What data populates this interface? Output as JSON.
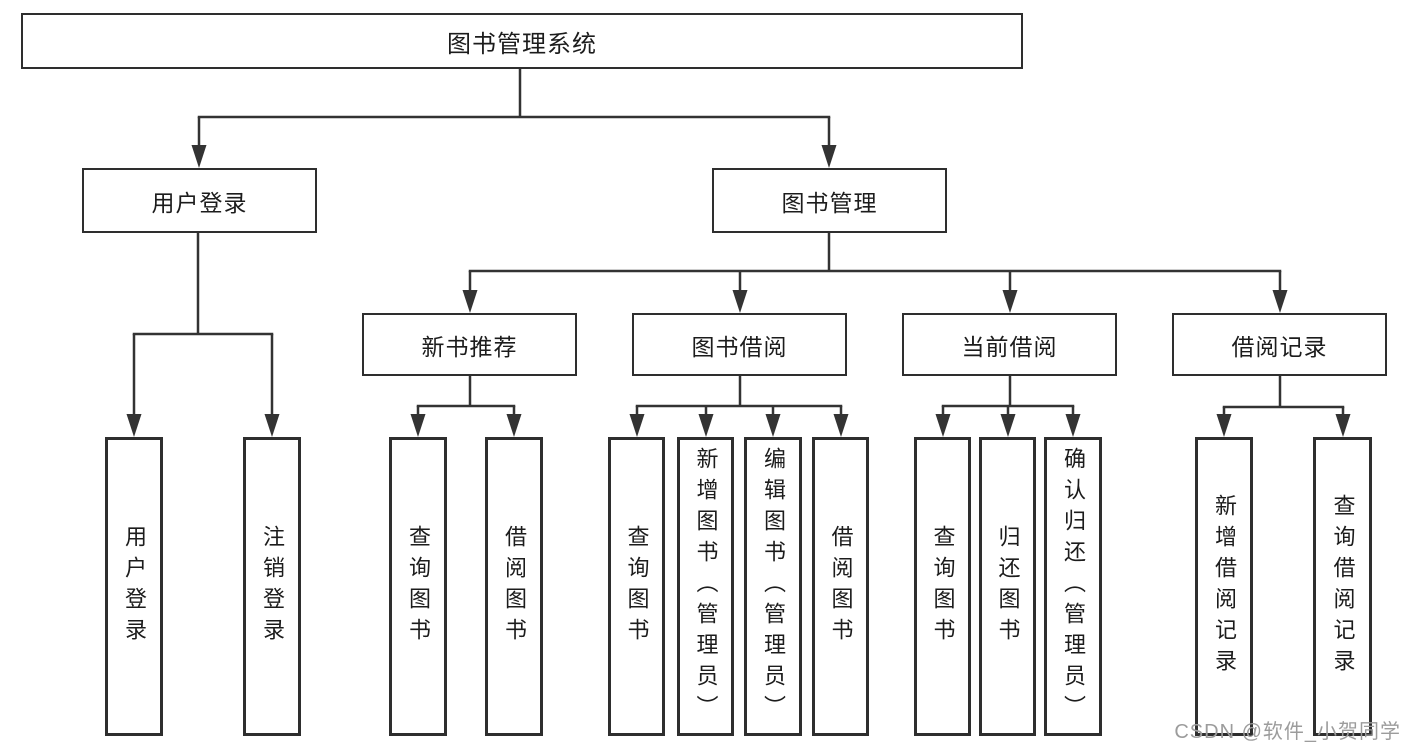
{
  "diagram": {
    "root": {
      "label": "图书管理系统"
    },
    "branches": [
      {
        "label": "用户登录",
        "children": [
          {
            "label": "用户登录"
          },
          {
            "label": "注销登录"
          }
        ]
      },
      {
        "label": "图书管理",
        "groups": [
          {
            "label": "新书推荐",
            "children": [
              {
                "label": "查询图书"
              },
              {
                "label": "借阅图书"
              }
            ]
          },
          {
            "label": "图书借阅",
            "children": [
              {
                "label": "查询图书"
              },
              {
                "label": "新增图书（管理员）"
              },
              {
                "label": "编辑图书（管理员）"
              },
              {
                "label": "借阅图书"
              }
            ]
          },
          {
            "label": "当前借阅",
            "children": [
              {
                "label": "查询图书"
              },
              {
                "label": "归还图书"
              },
              {
                "label": "确认归还（管理员）"
              }
            ]
          },
          {
            "label": "借阅记录",
            "children": [
              {
                "label": "新增借阅记录"
              },
              {
                "label": "查询借阅记录"
              }
            ]
          }
        ]
      }
    ]
  },
  "watermark": {
    "text": "CSDN @软件_小贺同学"
  },
  "colors": {
    "line": "#333333",
    "box_border": "#2e2e2e",
    "text": "#1c1c1c",
    "watermark": "#9c9c9c",
    "background": "#ffffff"
  }
}
